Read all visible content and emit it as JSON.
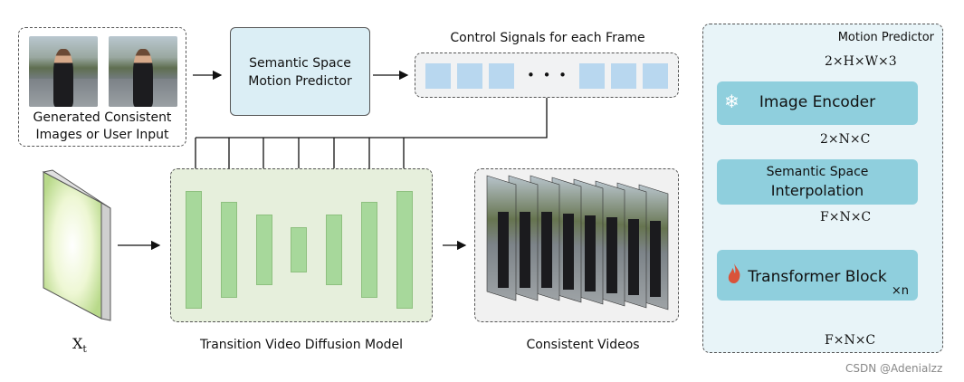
{
  "input_panel": {
    "caption_line1": "Generated Consistent",
    "caption_line2": "Images or User Input"
  },
  "semantic_predictor": {
    "line1": "Semantic Space",
    "line2": "Motion Predictor"
  },
  "control_signals": {
    "title": "Control Signals for each Frame",
    "ellipsis": "• • •"
  },
  "xt_label": {
    "main": "X",
    "sub": "t"
  },
  "diffusion_model": {
    "caption": "Transition Video Diffusion Model"
  },
  "output": {
    "caption": "Consistent Videos"
  },
  "motion_predictor": {
    "title": "Motion Predictor",
    "dim_input": "2×H×W×3",
    "image_encoder": "Image Encoder",
    "dim_after_encoder": "2×N×C",
    "interp_line1": "Semantic Space",
    "interp_line2": "Interpolation",
    "dim_after_interp": "F×N×C",
    "transformer": "Transformer Block",
    "repeat": "×n",
    "dim_output": "F×N×C",
    "icons": {
      "encoder": "snowflake-icon",
      "transformer": "flame-icon"
    }
  },
  "watermark": "CSDN @Adenialzz",
  "colors": {
    "signal_fill": "#b8d7ef",
    "unet_bar": "#a7d89b",
    "unet_bg": "#e6efdc",
    "predictor_box": "#8fcfdd",
    "predictor_bg": "#e8f4f8",
    "semantic_box": "#dbeef5"
  }
}
